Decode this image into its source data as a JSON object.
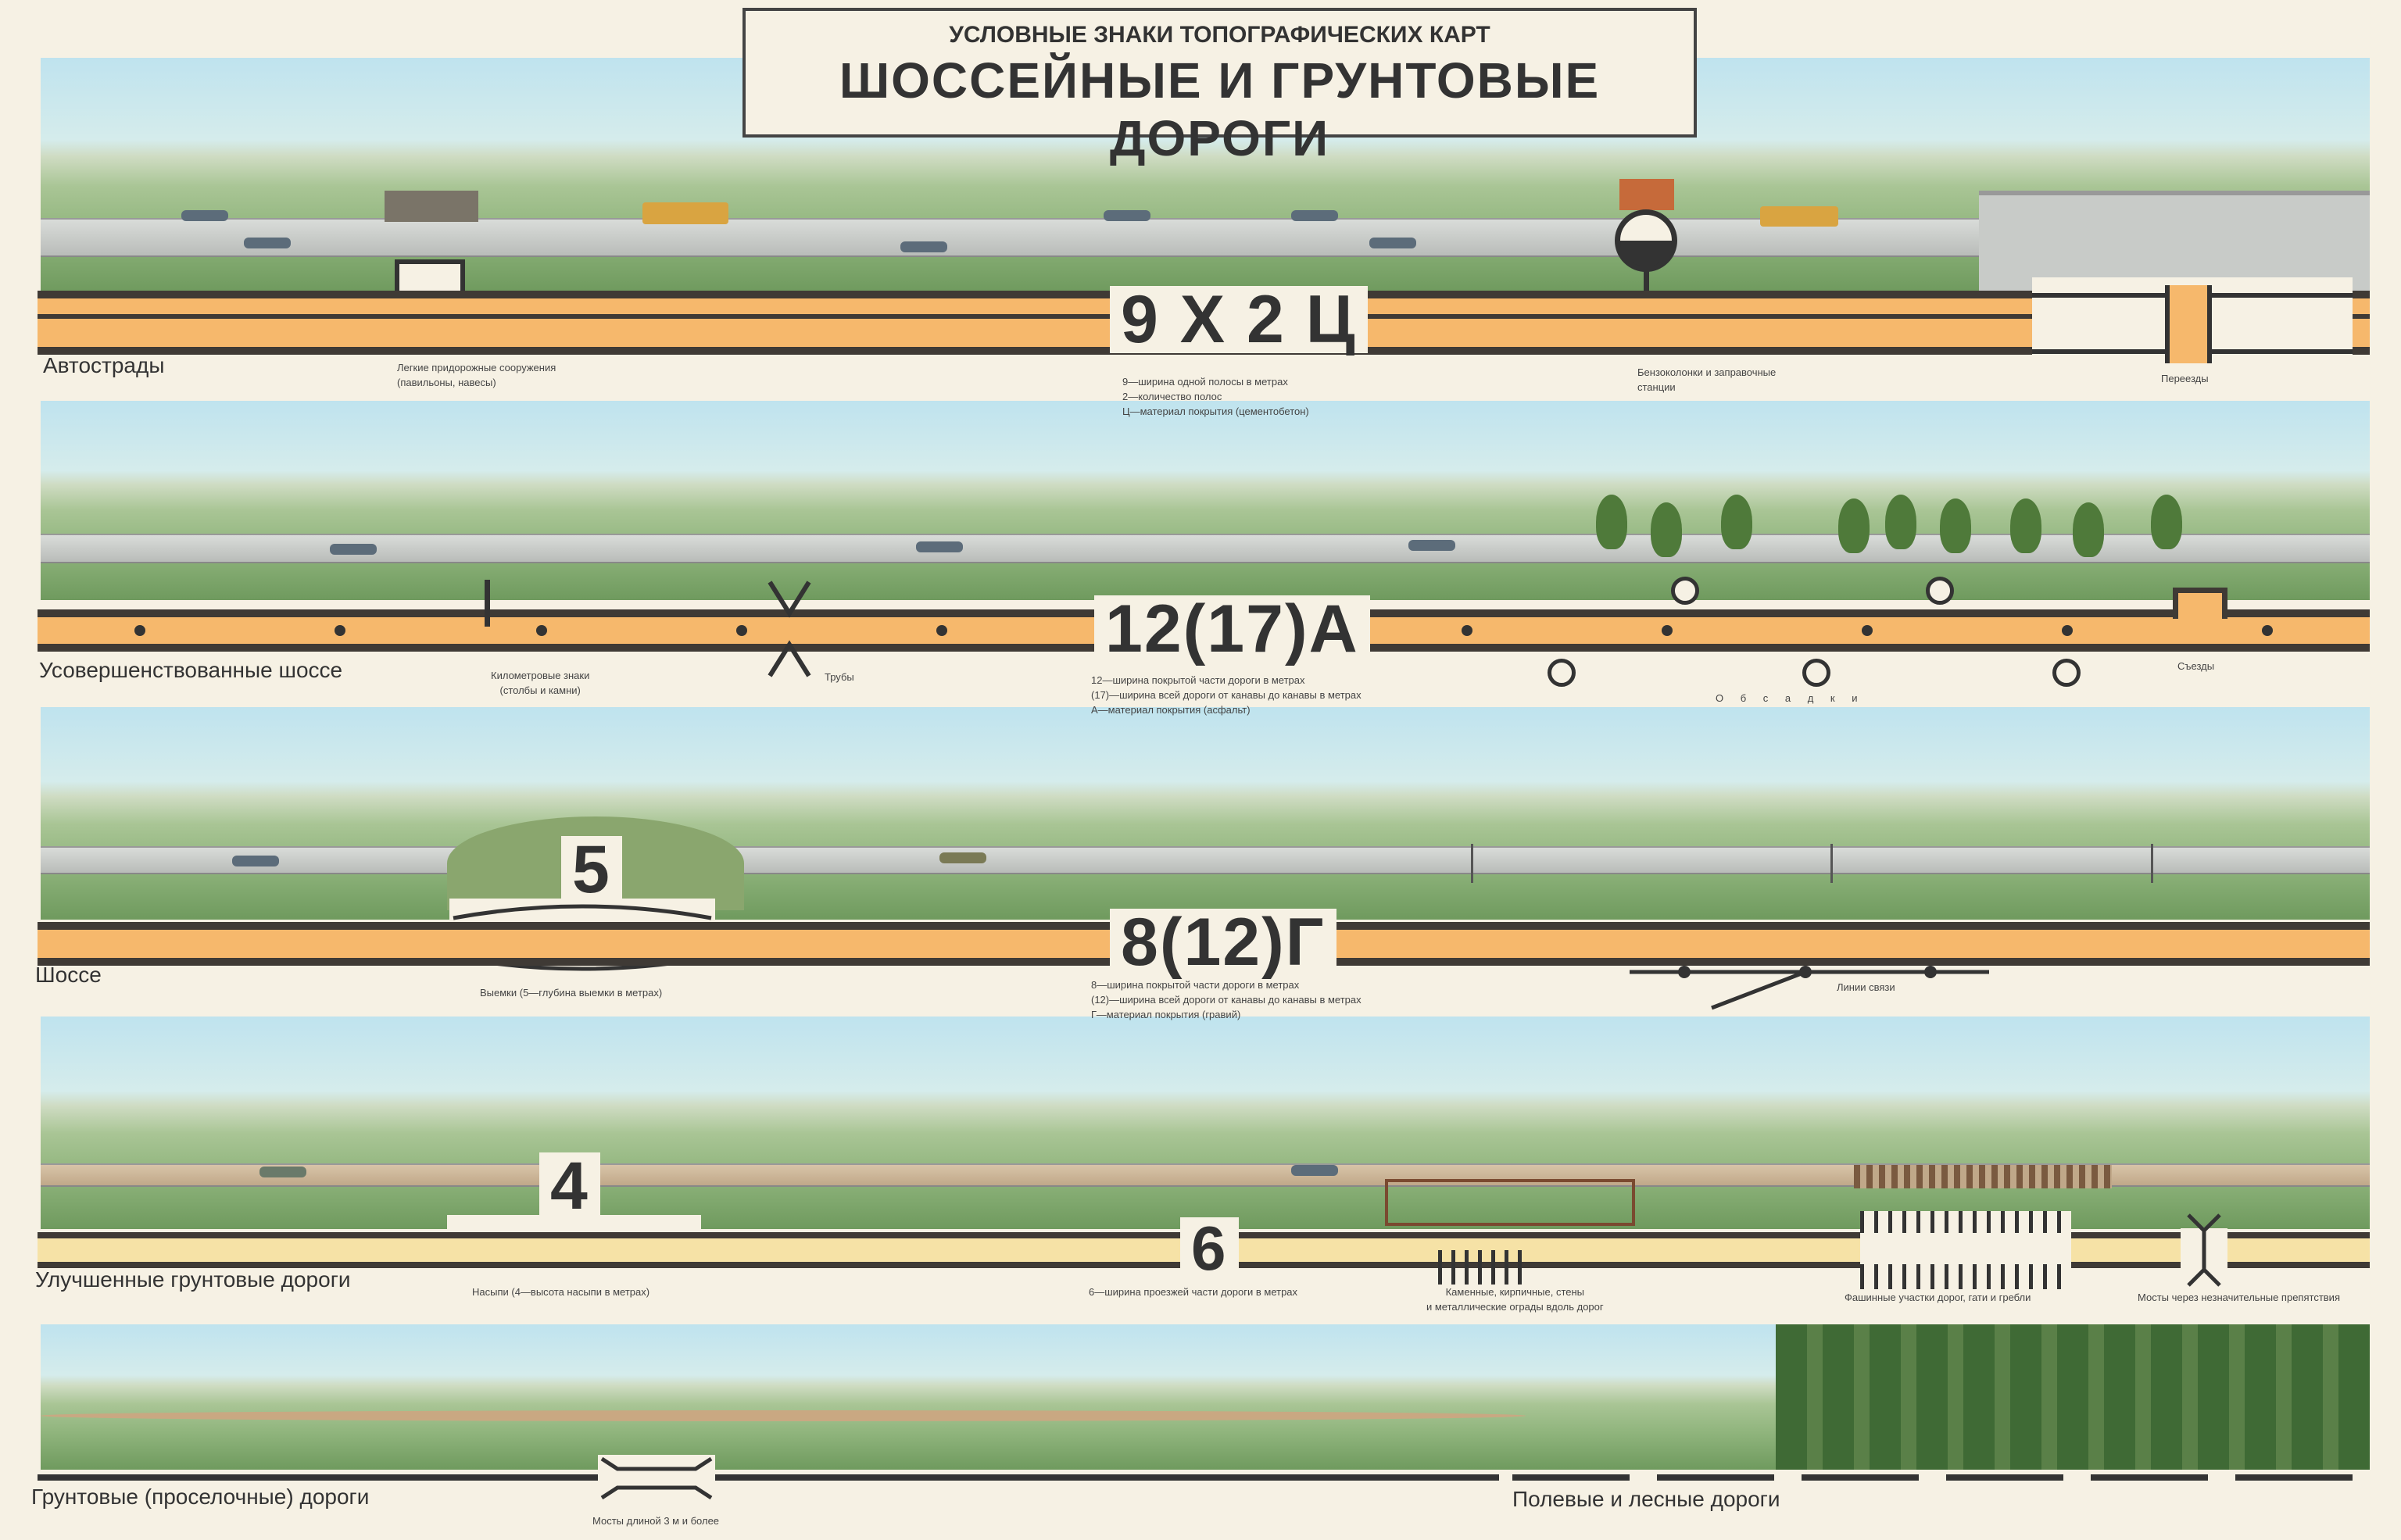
{
  "title": {
    "subtitle": "УСЛОВНЫЕ ЗНАКИ ТОПОГРАФИЧЕСКИХ КАРТ",
    "main": "ШОССЕЙНЫЕ И ГРУНТОВЫЕ ДОРОГИ"
  },
  "colors": {
    "paper": "#f6f1e4",
    "road_orange": "#f6b86c",
    "road_yellow": "#f6e2a6",
    "line_dark": "#3f3a35"
  },
  "sections": [
    {
      "name": "Автострады",
      "code": "9 X 2 Ц",
      "legend": [
        "9—ширина одной полосы в метрах",
        "2—количество полос",
        "Ц—материал покрытия (цементобетон)"
      ],
      "symbols": [
        "Легкие придорожные сооружения",
        "(павильоны, навесы)",
        "Бензоколонки и заправочные",
        "станции",
        "Переезды"
      ]
    },
    {
      "name": "Усовершенствованные шоссе",
      "code": "12(17)А",
      "legend": [
        "12—ширина покрытой части дороги в метрах",
        "(17)—ширина всей дороги от канавы до канавы в метрах",
        "А—материал покрытия (асфальт)"
      ],
      "symbols": [
        "Километровые знаки",
        "(столбы и камни)",
        "Трубы",
        "О б с а д к и",
        "Съезды"
      ]
    },
    {
      "name": "Шоссе",
      "code": "8(12)Г",
      "cut_depth": "5",
      "legend": [
        "8—ширина покрытой части дороги в метрах",
        "(12)—ширина всей дороги от канавы до канавы в метрах",
        "Г—материал покрытия (гравий)"
      ],
      "symbols": [
        "Выемки (5—глубина выемки в метрах)",
        "Линии связи"
      ]
    },
    {
      "name": "Улучшенные грунтовые дороги",
      "code": "6",
      "fill_height": "4",
      "legend": [
        "6—ширина проезжей части дороги в метрах"
      ],
      "symbols": [
        "Насыпи (4—высота насыпи в метрах)",
        "Каменные, кирпичные, стены",
        "и металлические ограды вдоль дорог",
        "Фашинные участки дорог, гати и гребли",
        "Мосты через незначительные препятствия"
      ]
    },
    {
      "name": "Грунтовые (проселочные) дороги",
      "name2": "Полевые и лесные дороги",
      "symbols": [
        "Мосты длиной 3 м и более"
      ]
    }
  ]
}
